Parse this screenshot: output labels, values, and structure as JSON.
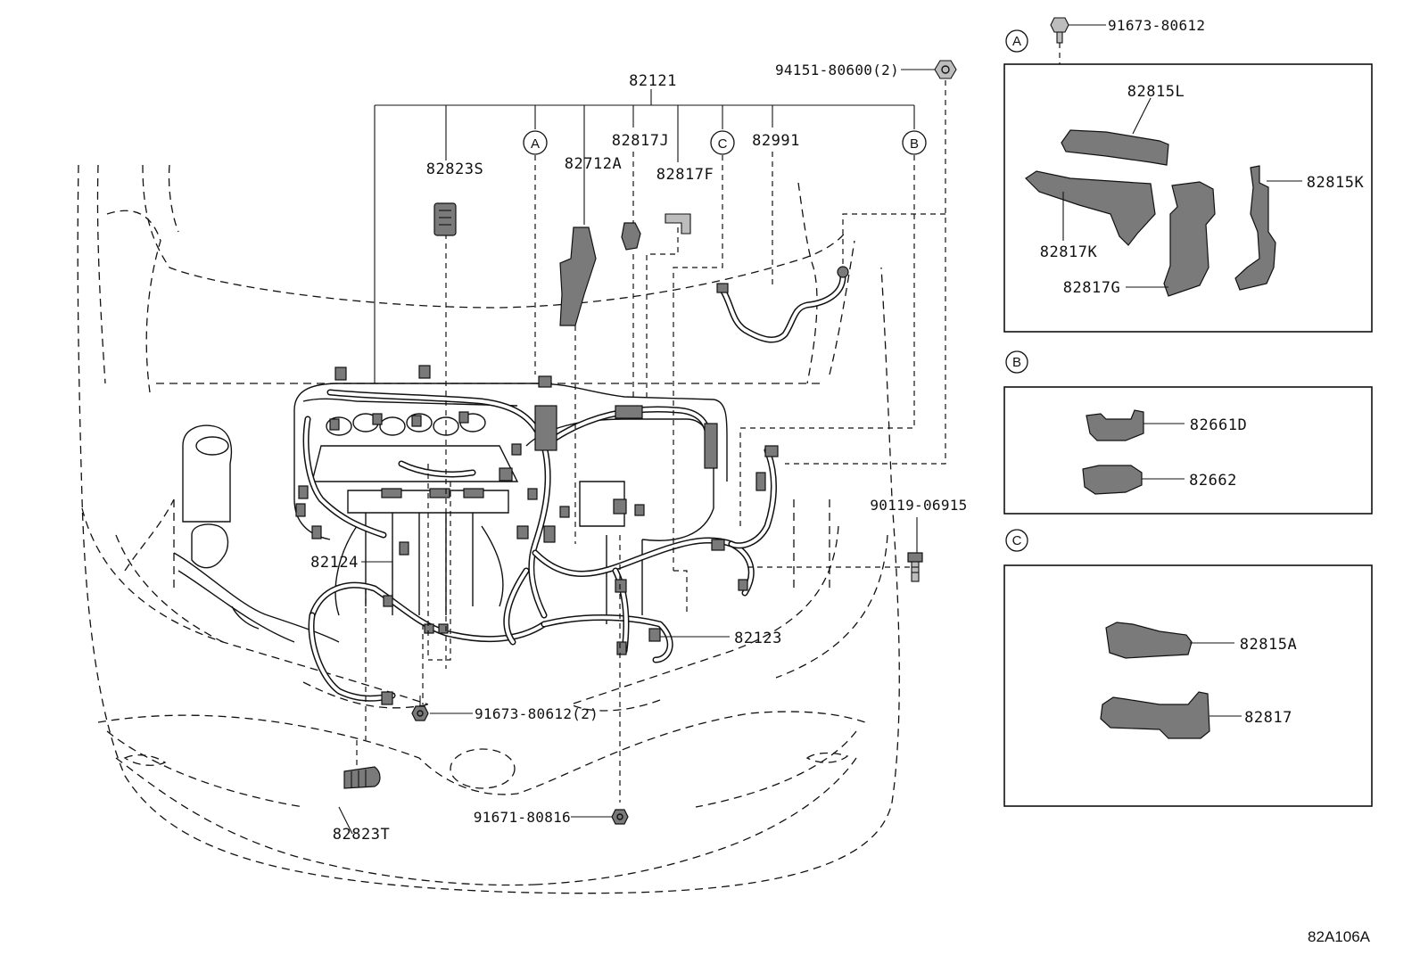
{
  "diagram": {
    "main_callouts": {
      "c_82121": "82121",
      "c_82823S": "82823S",
      "c_82712A": "82712A",
      "c_82817J": "82817J",
      "c_82817F": "82817F",
      "c_82991": "82991",
      "c_94151": "94151-80600(2)",
      "c_90119": "90119-06915",
      "c_82124": "82124",
      "c_82123": "82123",
      "c_91673_2": "91673-80612(2)",
      "c_91671": "91671-80816",
      "c_82823T": "82823T"
    },
    "section_markers": {
      "a": "A",
      "b": "B",
      "c": "C"
    },
    "panel_a": {
      "marker": "A",
      "screw": "91673-80612",
      "parts": [
        "82815L",
        "82815K",
        "82817K",
        "82817G"
      ]
    },
    "panel_b": {
      "marker": "B",
      "parts": [
        "82661D",
        "82662"
      ]
    },
    "panel_c": {
      "marker": "C",
      "parts": [
        "82815A",
        "82817"
      ]
    },
    "figure_code": "82A106A"
  }
}
